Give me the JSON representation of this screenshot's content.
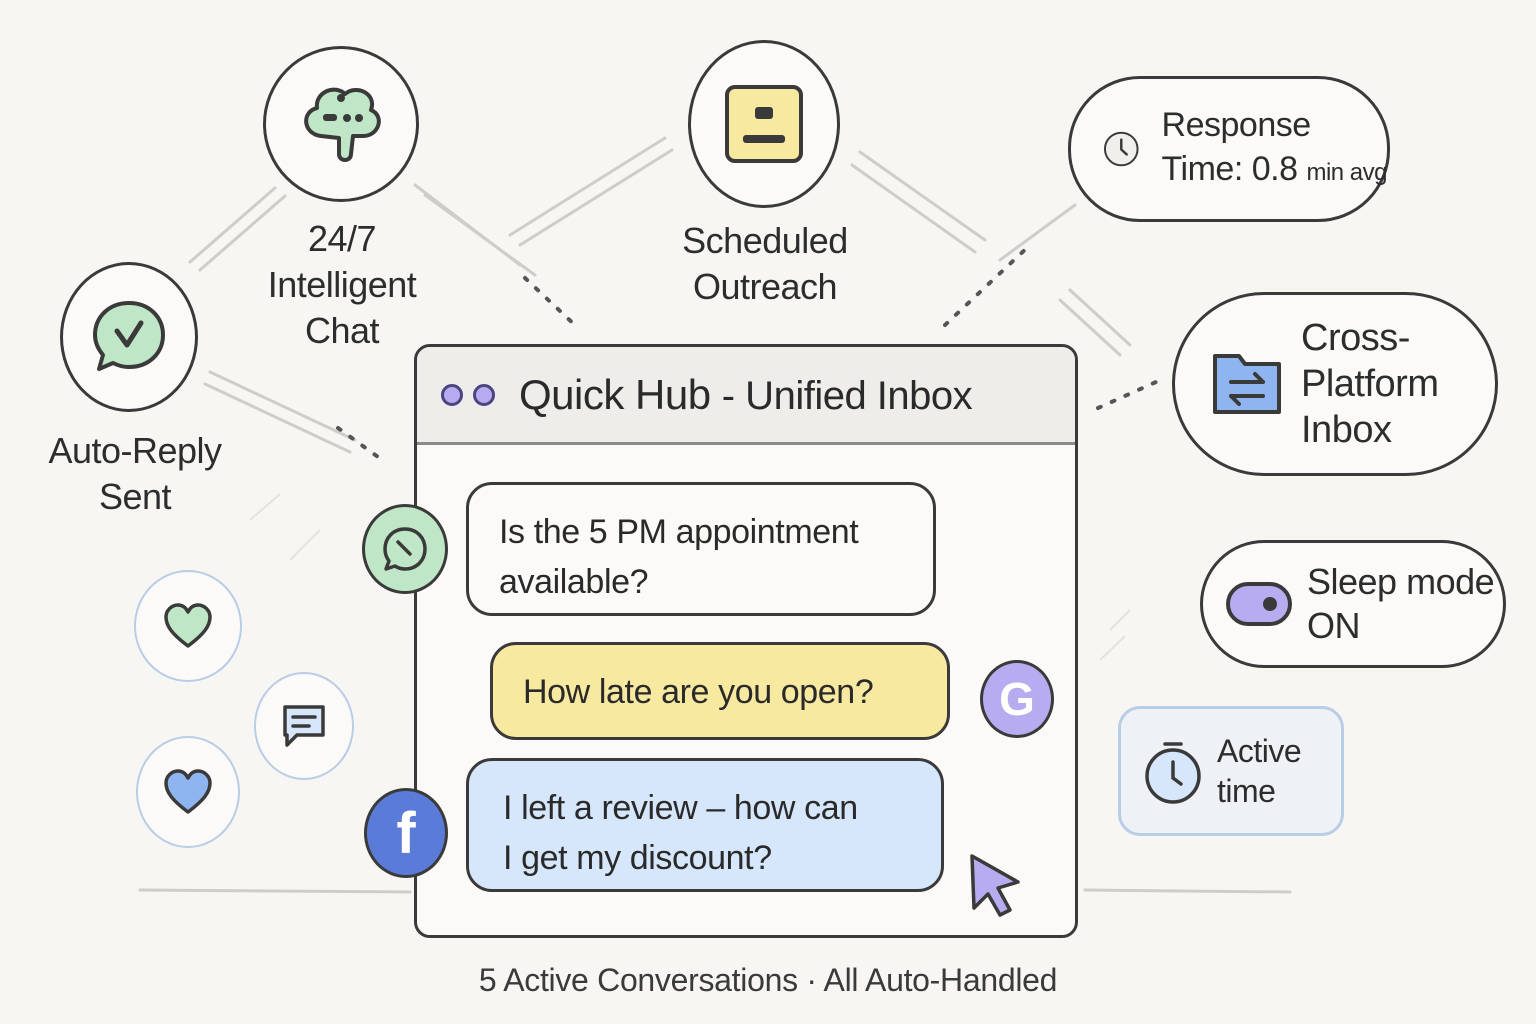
{
  "features": {
    "intelligent_chat": {
      "line1": "24/7",
      "line2": "Intelligent",
      "line3": "Chat",
      "icon": "brain-chat-icon"
    },
    "scheduled_outreach": {
      "line1": "Scheduled",
      "line2": "Outreach",
      "icon": "calendar-icon"
    },
    "auto_reply": {
      "line1": "Auto-Reply",
      "line2": "Sent",
      "icon": "check-chat-icon"
    }
  },
  "response_time": {
    "line1": "Response",
    "line2_prefix": "Time: 0.8",
    "line2_unit": "min avg",
    "icon": "clock-icon"
  },
  "cross_platform": {
    "line1": "Cross-",
    "line2": "Platform",
    "line3": "Inbox",
    "icon": "sync-folder-icon"
  },
  "sleep_mode": {
    "line1": "Sleep mode",
    "line2": "ON",
    "icon": "toggle-icon"
  },
  "active_time": {
    "line1": "Active",
    "line2": "time",
    "icon": "stopwatch-icon"
  },
  "inbox": {
    "title": "Quick Hub",
    "subtitle": "- Unified Inbox",
    "messages": [
      {
        "line1": "Is the 5 PM appointment",
        "line2": "available?",
        "channel": "whatsapp-icon"
      },
      {
        "line1": "How late are you open?",
        "channel": "google-icon",
        "avatar_letter": "G"
      },
      {
        "line1": "I left a review – how can",
        "line2": "I get my discount?",
        "channel": "facebook-icon",
        "avatar_letter": "f"
      }
    ]
  },
  "footer": {
    "status": "5 Active Conversations · All Auto-Handled"
  },
  "colors": {
    "green": "#bfe6c6",
    "yellow": "#f8e9a1",
    "blue": "#d6e6fb",
    "purple": "#b7acef",
    "facebook": "#5b7bd8",
    "ink": "#3a3a3a"
  }
}
